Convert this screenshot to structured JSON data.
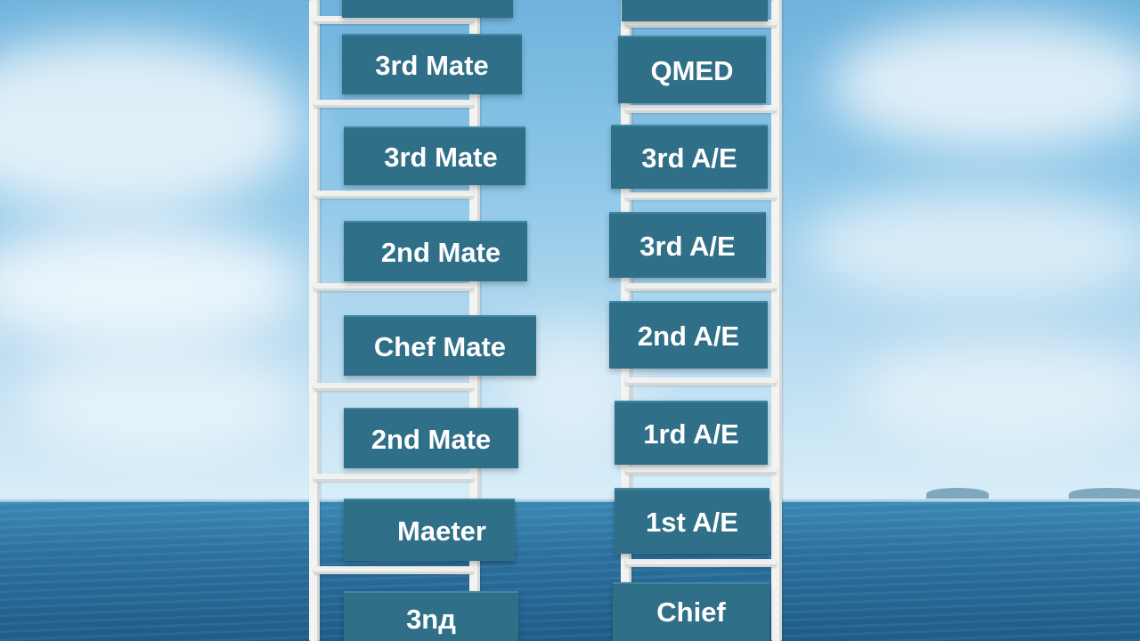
{
  "left_signs": [
    "",
    "3rd Mate",
    "3rd Mate",
    "2nd Mate",
    "Chef Mate",
    "2nd Mate",
    "Maeter",
    "3nд"
  ],
  "right_signs": [
    "",
    "QMED",
    "3rd A/E",
    "3rd A/E",
    "2nd A/E",
    "1rd A/E",
    "1st A/E",
    "Chief"
  ],
  "colors": {
    "sign": "#2f6f88",
    "sign_text": "#ffffff",
    "ladder": "#f3f4f2",
    "sky": "#8cc6e8",
    "sea": "#2a6f9d"
  }
}
